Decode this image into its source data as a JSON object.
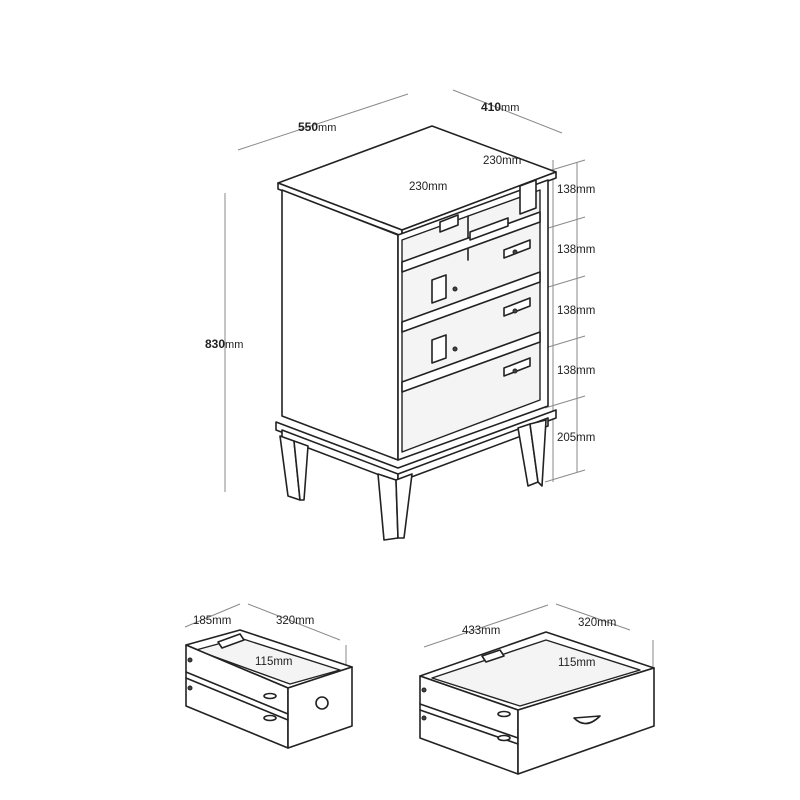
{
  "cabinet": {
    "width": {
      "value": "550",
      "unit": "mm"
    },
    "depth": {
      "value": "410",
      "unit": "mm"
    },
    "height": {
      "value": "830",
      "unit": "mm"
    },
    "top_left_compartment": "230mm",
    "top_right_compartment": "230mm",
    "drawer_heights": [
      "138mm",
      "138mm",
      "138mm",
      "138mm"
    ],
    "base_height": "205mm"
  },
  "small_drawer": {
    "width": "185mm",
    "depth": "320mm",
    "height": "115mm"
  },
  "large_drawer": {
    "width": "433mm",
    "depth": "320mm",
    "height": "115mm"
  }
}
